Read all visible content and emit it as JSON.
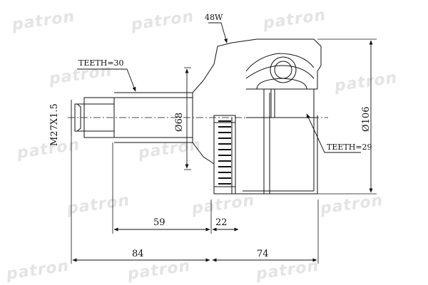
{
  "watermark": "patron",
  "labels": {
    "teeth_shaft": "TEETH=30",
    "thread": "M27X1.5",
    "width_48": "48W",
    "teeth_abs": "TEETH=29",
    "dia_68": "Ø68",
    "dia_106": "Ø106",
    "dim_59": "59",
    "dim_22": "22",
    "dim_84": "84",
    "dim_74": "74"
  },
  "colors": {
    "line": "#111111",
    "watermark": "#e4e4e4"
  }
}
